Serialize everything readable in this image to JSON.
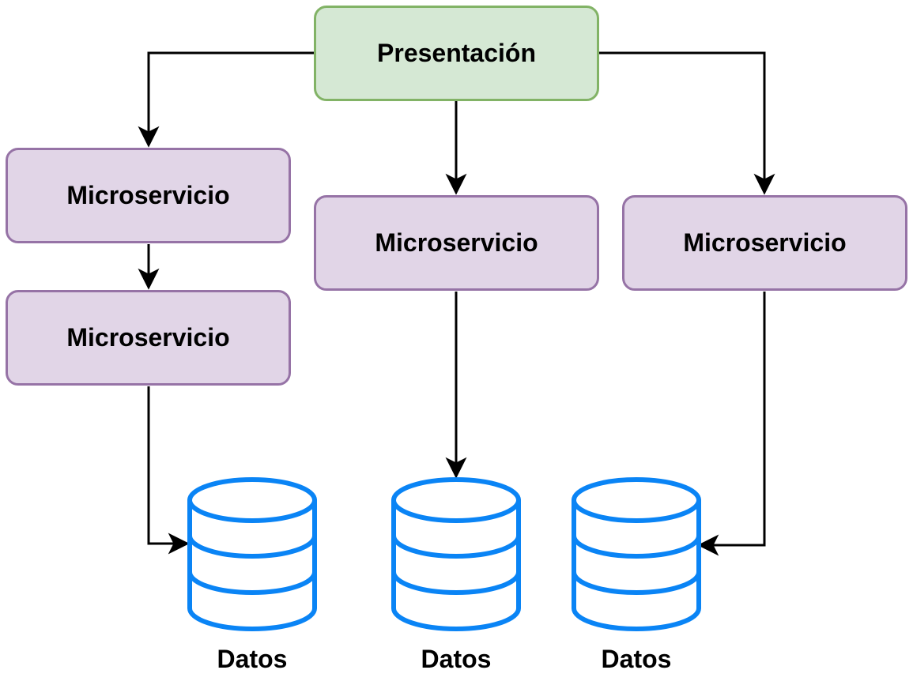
{
  "nodes": {
    "presentation": {
      "label": "Presentación"
    },
    "micro_left_top": {
      "label": "Microservicio"
    },
    "micro_left_bottom": {
      "label": "Microservicio"
    },
    "micro_center": {
      "label": "Microservicio"
    },
    "micro_right": {
      "label": "Microservicio"
    }
  },
  "databases": [
    {
      "label": "Datos"
    },
    {
      "label": "Datos"
    },
    {
      "label": "Datos"
    }
  ],
  "colors": {
    "presentation_fill": "#d5e8d4",
    "presentation_stroke": "#82b366",
    "micro_fill": "#e1d5e7",
    "micro_stroke": "#9673a6",
    "database_stroke": "#0a84f5",
    "arrow": "#000000"
  },
  "icons": {
    "database": "database-icon"
  }
}
